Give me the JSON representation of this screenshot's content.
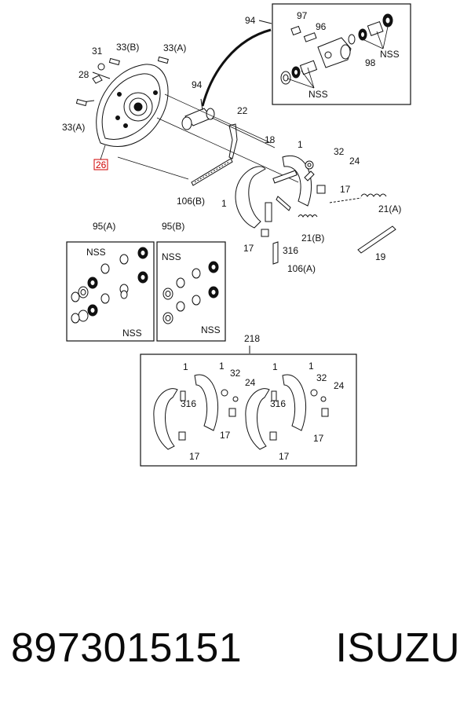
{
  "callouts": {
    "c94_top": "94",
    "c97": "97",
    "c96": "96",
    "c98": "98",
    "nss_a": "NSS",
    "nss_b": "NSS",
    "c31": "31",
    "c33b": "33(B)",
    "c33a_top": "33(A)",
    "c28": "28",
    "c94_mid": "94",
    "c33a_left": "33(A)",
    "c26": "26",
    "c22": "22",
    "c18": "18",
    "c1_top": "1",
    "c32": "32",
    "c24": "24",
    "c17_mid": "17",
    "c106b": "106(B)",
    "c1_left": "1",
    "c21a": "21(A)",
    "c21b": "21(B)",
    "c17_low": "17",
    "c316": "316",
    "c106a": "106(A)",
    "c19": "19"
  },
  "kit95a": {
    "title": "95(A)",
    "nss_top": "NSS",
    "nss_bottom": "NSS"
  },
  "kit95b": {
    "title": "95(B)",
    "nss_top": "NSS",
    "nss_bottom": "NSS"
  },
  "kit218": {
    "title": "218",
    "left": {
      "l1a": "1",
      "l1b": "1",
      "l32": "32",
      "l24": "24",
      "l316": "316",
      "l17a": "17",
      "l17b": "17"
    },
    "right": {
      "l1a": "1",
      "l1b": "1",
      "l32": "32",
      "l24": "24",
      "l316": "316",
      "l17a": "17",
      "l17b": "17"
    }
  },
  "caption": {
    "part_number": "8973015151",
    "brand": "ISUZU"
  },
  "colors": {
    "highlight": "#d00000",
    "ink": "#111111"
  }
}
